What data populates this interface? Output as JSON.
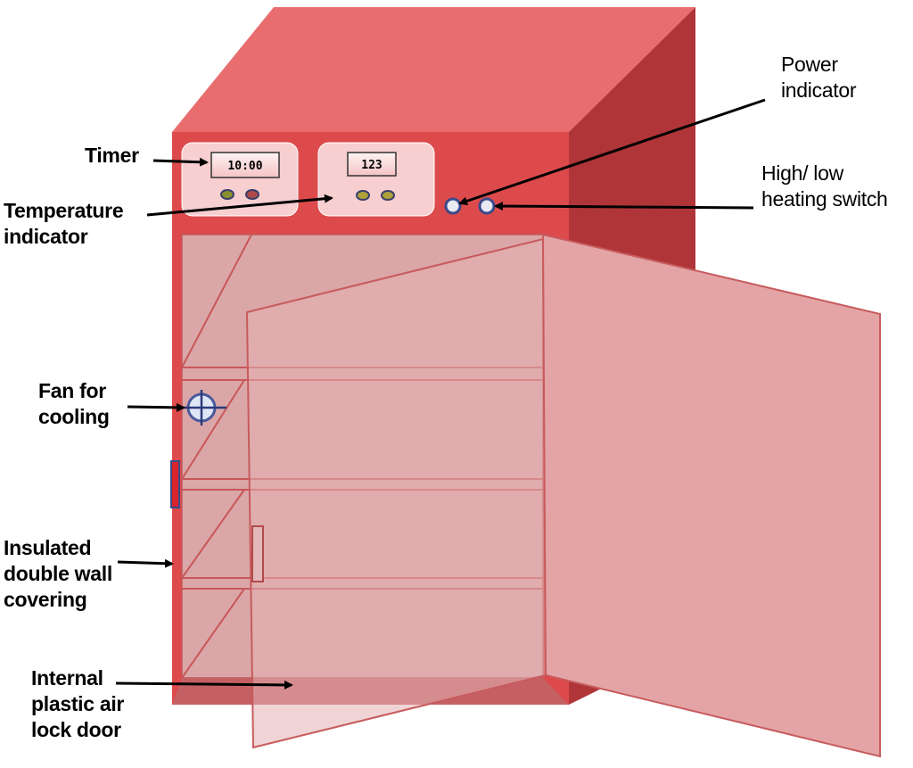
{
  "panel": {
    "timer_display": "10:00",
    "temperature_display": "123"
  },
  "labels": {
    "timer": "Timer",
    "temperature_indicator": "Temperature\nindicator",
    "power_indicator": "Power\nindicator",
    "heating_switch": "High/ low\nheating switch",
    "fan": "Fan for\ncooling",
    "insulated_wall": "Insulated\ndouble wall\ncovering",
    "internal_door": "Internal\nplastic air\nlock door"
  },
  "colors": {
    "cabinet_front": "#dd4a4c",
    "cabinet_top": "#e96d6f",
    "cabinet_side": "#b03538",
    "door_glass": "#e4a4a6",
    "chamber": "#dba6a7"
  }
}
